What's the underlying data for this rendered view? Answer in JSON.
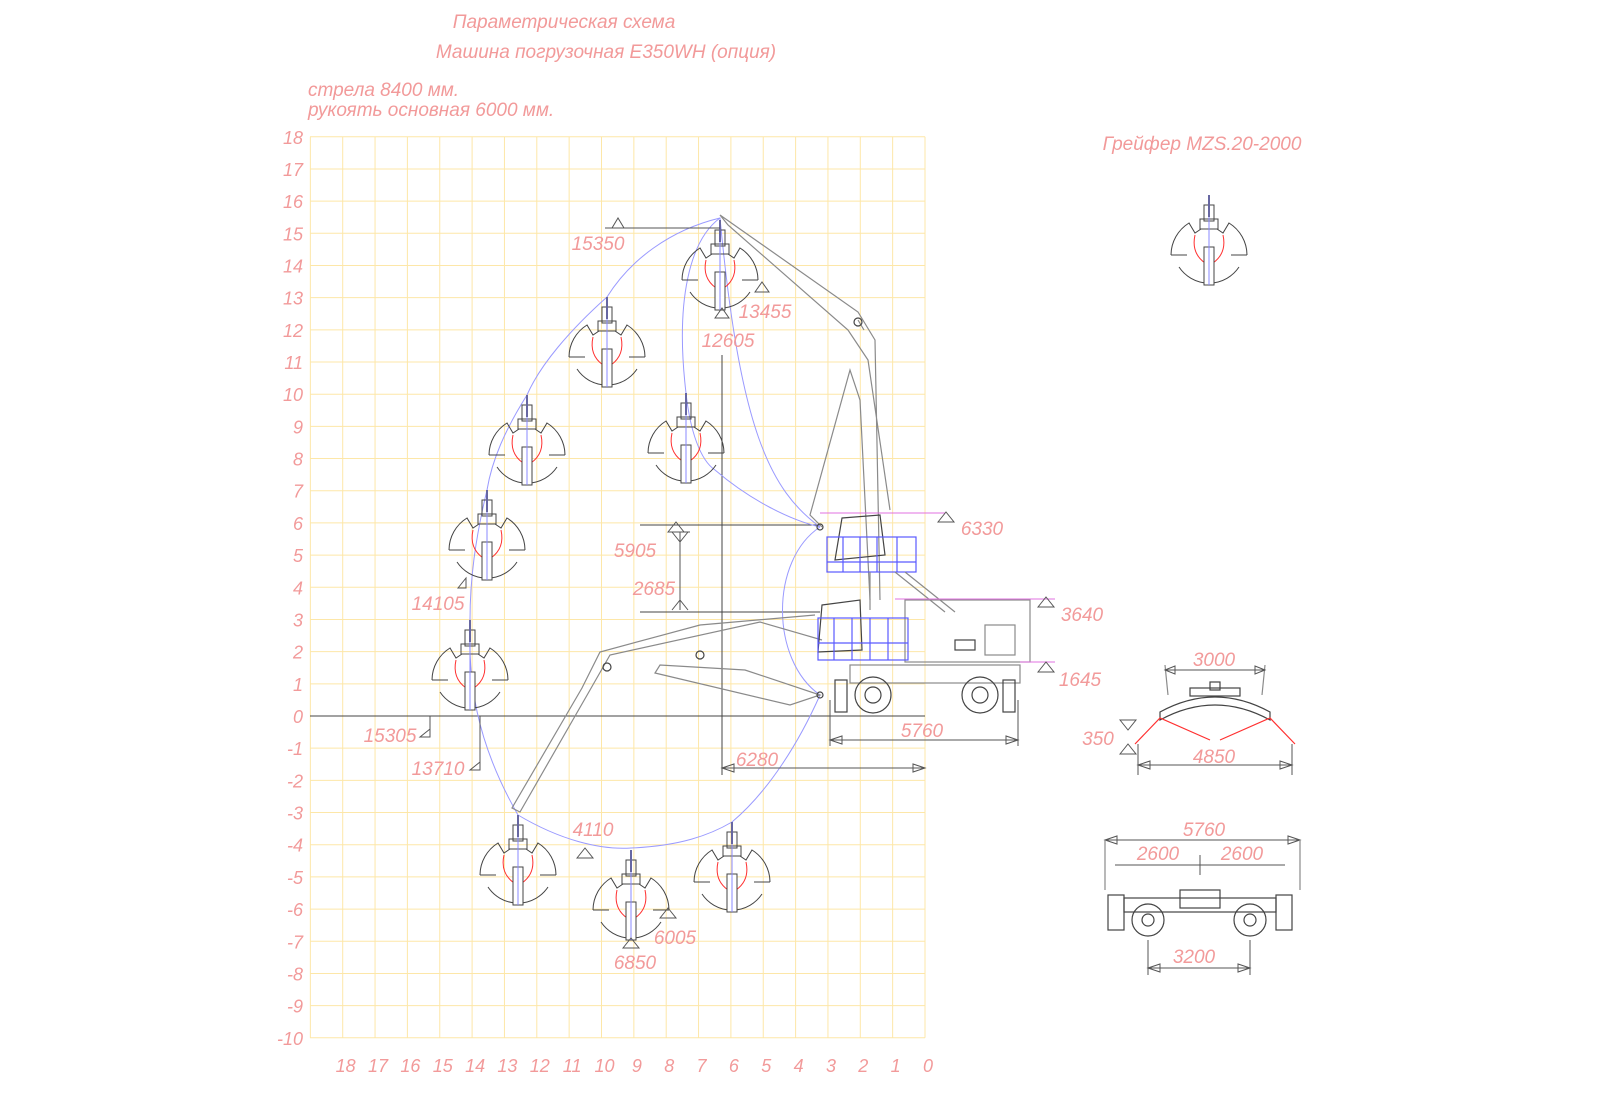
{
  "header": {
    "title": "Параметрическая схема",
    "subtitle": "Машина погрузочная E350WH (опция)",
    "boom": "стрела 8400 мм.",
    "arm": "рукоять основная 6000 мм."
  },
  "grapple_title": "Грейфер MZS.20-2000",
  "axes": {
    "y_ticks": [
      "18",
      "17",
      "16",
      "15",
      "14",
      "13",
      "12",
      "11",
      "10",
      "9",
      "8",
      "7",
      "6",
      "5",
      "4",
      "3",
      "2",
      "1",
      "0",
      "-1",
      "-2",
      "-3",
      "-4",
      "-5",
      "-6",
      "-7",
      "-8",
      "-9",
      "-10"
    ],
    "x_ticks": [
      "18",
      "17",
      "16",
      "15",
      "14",
      "13",
      "12",
      "11",
      "10",
      "9",
      "8",
      "7",
      "6",
      "5",
      "4",
      "3",
      "2",
      "1",
      "0"
    ],
    "units": "m"
  },
  "grapple_positions_m": [
    {
      "x": 6.35,
      "y": 15.4
    },
    {
      "x": 9.85,
      "y": 13.0
    },
    {
      "x": 12.3,
      "y": 10.0
    },
    {
      "x": 13.6,
      "y": 7.0
    },
    {
      "x": 14.1,
      "y": 3.0
    },
    {
      "x": 7.4,
      "y": 10.0
    },
    {
      "x": 12.6,
      "y": -3.1
    },
    {
      "x": 9.1,
      "y": -4.2
    },
    {
      "x": 6.0,
      "y": -3.3
    }
  ],
  "dimensions": {
    "max_height": "15350",
    "grapple_bottom_top": "13455",
    "inner_height": "12605",
    "cab_high": "6330",
    "eye_level_lift": "5905",
    "cab_lift": "2685",
    "reach_14105": "14105",
    "cab_low": "3640",
    "body_bottom": "1645",
    "max_reach": "15305",
    "reach_13710": "13710",
    "wheelbase_side": "5760",
    "min_reach": "6280",
    "depth_4110": "4110",
    "depth_6005": "6005",
    "depth_6850": "6850"
  },
  "front_view": {
    "top_width": "3000",
    "height": "350",
    "outrigger_width": "4850"
  },
  "bottom_view": {
    "total": "5760",
    "left": "2600",
    "right": "2600",
    "track": "3200"
  },
  "colors": {
    "text": "#f29a9a",
    "grid": "#fde7a8",
    "envelope": "#9a9aff",
    "cab": "#5a5aff"
  }
}
